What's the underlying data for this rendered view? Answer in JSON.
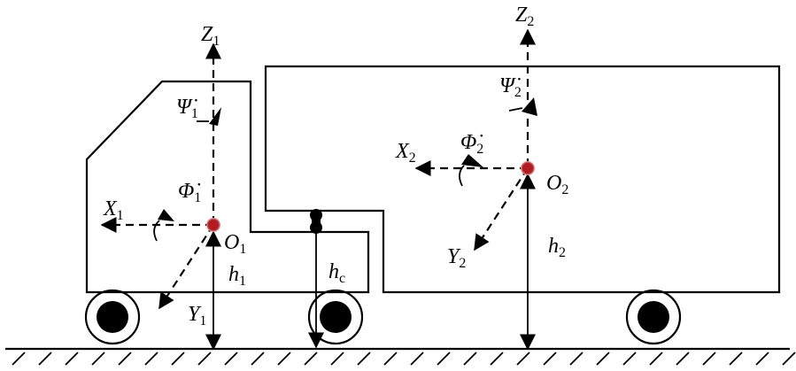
{
  "figure": {
    "type": "vehicle-dynamics-diagram",
    "description": "Tractor-semitrailer body coordinate systems",
    "colors": {
      "line": "#000000",
      "origin_dot": "#b01c22",
      "background": "#ffffff"
    }
  },
  "labels": {
    "z1": {
      "main": "Z",
      "sub": "1"
    },
    "psi1": {
      "main": "Ψ̇",
      "sub": "1"
    },
    "phi1": {
      "main": "Φ̇",
      "sub": "1"
    },
    "x1": {
      "main": "X",
      "sub": "1"
    },
    "o1": {
      "main": "O",
      "sub": "1"
    },
    "h1": {
      "main": "h",
      "sub": "1"
    },
    "y1": {
      "main": "Y",
      "sub": "1"
    },
    "hc": {
      "main": "h",
      "sub": "c"
    },
    "z2": {
      "main": "Z",
      "sub": "2"
    },
    "psi2": {
      "main": "Ψ̇",
      "sub": "2"
    },
    "phi2": {
      "main": "Φ̇",
      "sub": "2"
    },
    "x2": {
      "main": "X",
      "sub": "2"
    },
    "o2": {
      "main": "O",
      "sub": "2"
    },
    "y2": {
      "main": "Y",
      "sub": "2"
    },
    "h2": {
      "main": "h",
      "sub": "2"
    }
  },
  "components": {
    "tractor": "tractor-cab-body",
    "trailer": "semitrailer-body",
    "hitch": "fifth-wheel-coupling",
    "wheels": [
      "front-wheel",
      "tractor-rear-wheel",
      "trailer-wheel"
    ],
    "ground": "ground-hatched"
  }
}
